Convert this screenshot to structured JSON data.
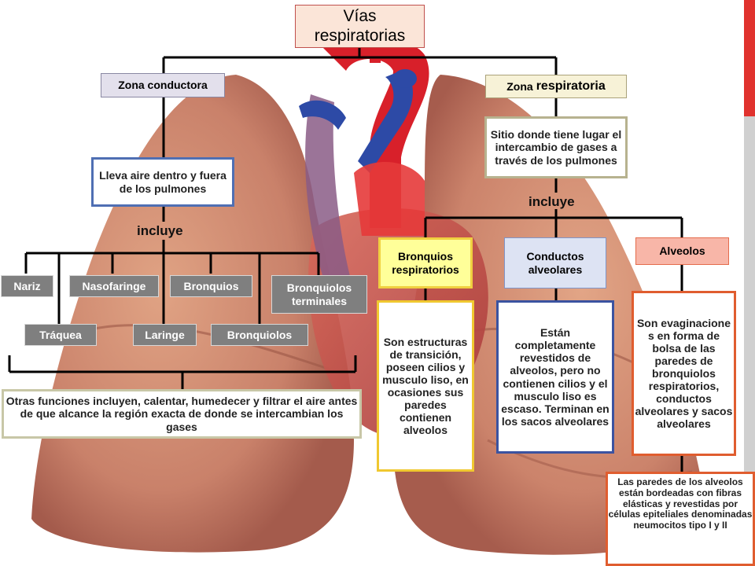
{
  "title": "Vías respiratorias",
  "zona_conductora": {
    "label": "Zona conductora",
    "description": "Lleva aire dentro y fuera de los pulmones",
    "includes_label": "incluye",
    "items": [
      "Nariz",
      "Nasofaringe",
      "Bronquios",
      "Bronquiolos terminales",
      "Tráquea",
      "Laringe",
      "Bronquiolos"
    ],
    "other_functions": "Otras funciones incluyen, calentar, humedecer y filtrar el aire antes de que alcance la región exacta de donde se intercambian los gases"
  },
  "zona_respiratoria": {
    "label_prefix": "Zona",
    "label_main": "respiratoria",
    "description": "Sitio donde tiene lugar el intercambio de gases a través de los pulmones",
    "includes_label": "incluye",
    "bronquios_respiratorios": {
      "label": "Bronquios respiratorios",
      "text": "Son estructuras de transición, poseen cilios y musculo liso, en ocasiones sus paredes contienen alveolos"
    },
    "conductos_alveolares": {
      "label": "Conductos alveolares",
      "text": "Están completamente revestidos de alveolos, pero no contienen cilios y el musculo liso es escaso. Terminan en los sacos alveolares"
    },
    "alveolos": {
      "label": "Alveolos",
      "text": "Son evaginacione s en forma de bolsa de las paredes de bronquiolos respiratorios, conductos alveolares y sacos alveolares",
      "walls": "Las paredes de los alveolos están bordeadas con fibras elásticas y revestidas por células epiteliales denominadas neumocitos tipo I y II"
    }
  }
}
